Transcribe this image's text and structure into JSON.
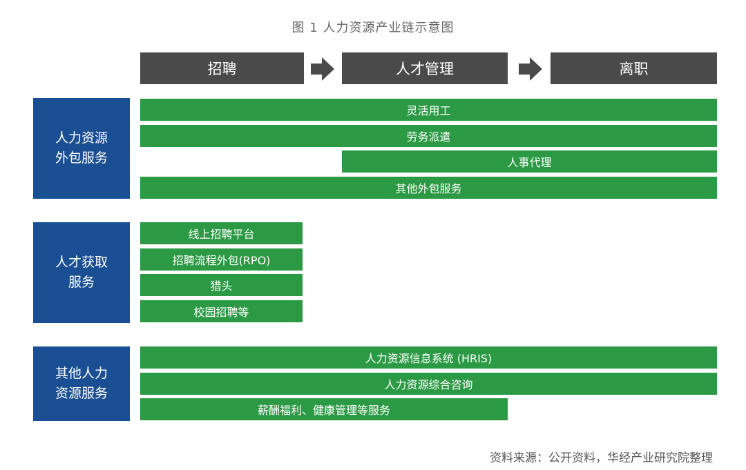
{
  "title": "图 1  人力资源产业链示意图",
  "stages": [
    "招聘",
    "人才管理",
    "离职"
  ],
  "groups": [
    {
      "label": "人力资源外包服务",
      "items": [
        "灵活用工",
        "劳务派遣",
        "人事代理",
        "其他外包服务"
      ]
    },
    {
      "label": "人才获取服务",
      "items": [
        "线上招聘平台",
        "招聘流程外包(RPO)",
        "猎头",
        "校园招聘等"
      ]
    },
    {
      "label": "其他人力资源服务",
      "items": [
        "人力资源信息系统 (HRIS)",
        "人力资源综合咨询",
        "薪酬福利、健康管理等服务"
      ]
    }
  ],
  "source": "资料来源：公开资料，华经产业研究院整理",
  "colors": {
    "stage": "#4a4a4a",
    "arrow": "#4a4a4a",
    "category": "#1b4f93",
    "bar": "#2c9a45"
  },
  "icons": [
    "arrow-right-icon",
    "arrow-right-icon"
  ]
}
